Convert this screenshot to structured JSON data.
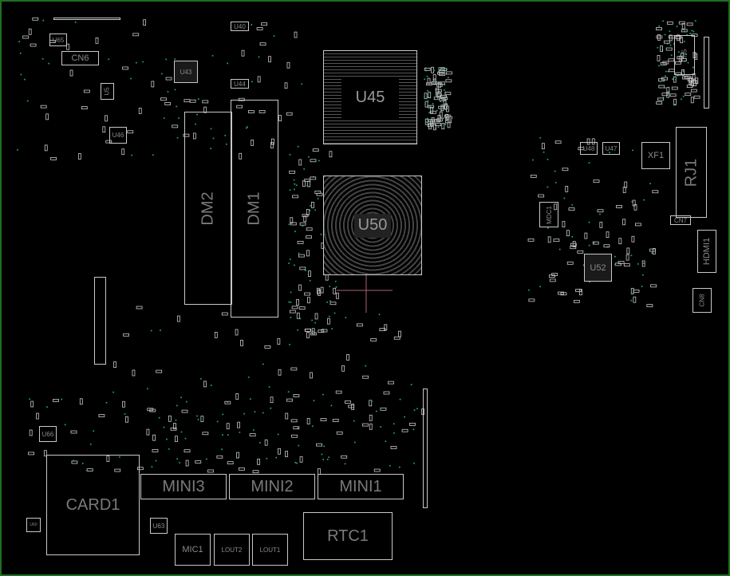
{
  "components": {
    "u65": "U65",
    "cn6": "CN6",
    "u5": "U5",
    "u43": "U43",
    "u40": "U40",
    "u44": "U44",
    "u46": "U46",
    "u45": "U45",
    "u50": "U50",
    "dm2": "DM2",
    "dm1": "DM1",
    "u48": "U48",
    "u47": "U47",
    "xf1": "XF1",
    "rj1": "RJ1",
    "cn7": "CN7",
    "mdc1": "MDC1",
    "hdmi1": "HDMI1",
    "u52": "U52",
    "cn8": "CN8",
    "u66": "U66",
    "u60": "U60",
    "card1": "CARD1",
    "u63": "U63",
    "mini3": "MINI3",
    "mini2": "MINI2",
    "mini1": "MINI1",
    "mic1": "MIC1",
    "lout2": "LOUT2",
    "lout1": "LOUT1",
    "rtc1": "RTC1"
  },
  "colors": {
    "board_border": "#1f6e1f",
    "outline": "#c8c8c8",
    "via": "#1e9e6e",
    "cursor": "#b06070"
  }
}
